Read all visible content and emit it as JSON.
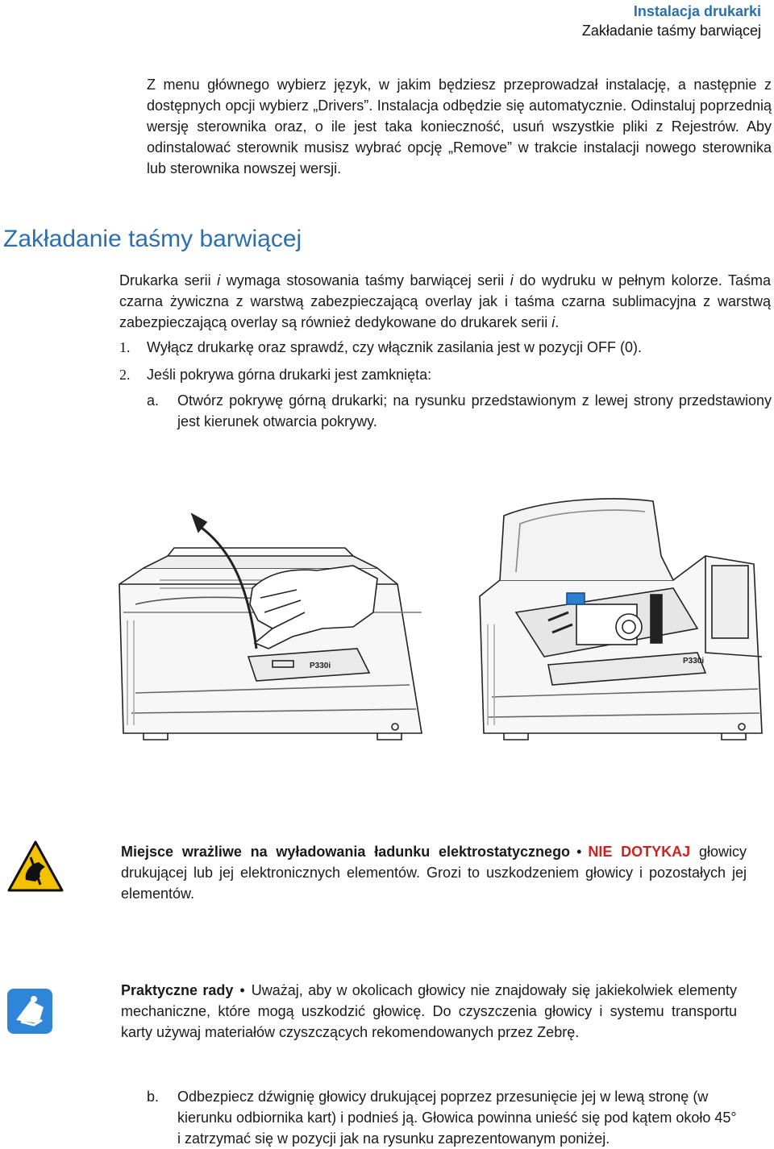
{
  "header": {
    "title": "Instalacja drukarki",
    "subtitle": "Zakładanie taśmy barwiącej"
  },
  "intro_paragraph": "Z menu głównego wybierz język, w jakim będziesz przeprowadzał instalację, a następnie z dostępnych opcji wybierz „Drivers”. Instalacja odbędzie się automatycznie. Odinstaluj poprzednią wersję sterownika oraz, o ile jest taka konieczność, usuń wszystkie pliki z Rejestrów. Aby odinstalować sterownik musisz wybrać opcję „Remove” w trakcie instalacji nowego sterownika lub sterownika nowszej wersji.",
  "section": {
    "title": "Zakładanie taśmy barwiącej",
    "intro_line1_a": "Drukarka serii ",
    "intro_line1_i": "i",
    "intro_line1_b": " wymaga stosowania taśmy barwiącej serii ",
    "intro_line1_c": " do wydruku w pełnym kolorze.",
    "intro_rest": "Taśma czarna żywiczna z warstwą zabezpieczającą overlay jak i taśma czarna sublimacyjna z warstwą zabezpieczającą overlay są również dedykowane do drukarek serii ",
    "intro_rest_end": "."
  },
  "steps": [
    {
      "num": "1.",
      "text": "Wyłącz drukarkę oraz sprawdź, czy włącznik zasilania jest w pozycji OFF (0)."
    },
    {
      "num": "2.",
      "text": "Jeśli pokrywa górna drukarki jest zamknięta:"
    }
  ],
  "substeps": [
    {
      "letter": "a.",
      "text": "Otwórz pokrywę górną drukarki; na rysunku przedstawionym z lewej strony przedstawiony jest kierunek otwarcia pokrywy."
    },
    {
      "letter": "b.",
      "text": "Odbezpiecz dźwignię głowicy drukującej poprzez przesunięcie jej w lewą stronę (w kierunku odbiornika kart) i podnieś ją. Głowica powinna unieść się pod kątem około 45° i zatrzymać się w pozycji jak na rysunku zaprezentowanym poniżej."
    }
  ],
  "figures": {
    "left_label": "P330i",
    "right_label": "P330i"
  },
  "esd_notice": {
    "icon": "esd-warning-icon",
    "strong": "Miejsce wrażliwe na wyładowania ładunku elektrostatycznego",
    "red": "NIE DOTYKAJ",
    "rest": "głowicy drukującej lub jej elektronicznych elementów. Grozi to uszkodzeniem głowicy i pozostałych jej elementów."
  },
  "tip_notice": {
    "icon": "practical-tip-icon",
    "strong": "Praktyczne rady",
    "rest": "Uważaj, aby w okolicach głowicy nie znajdowały się jakiekolwiek elementy mechaniczne, które mogą uszkodzić głowicę. Do czyszczenia głowicy i systemu transportu karty używaj materiałów czyszczących rekomendowanych przez Zebrę."
  },
  "colors": {
    "heading_blue": "#2a6fb0",
    "warning_red": "#d0211c",
    "esd_yellow": "#f2c200",
    "tip_blue": "#2f86d8"
  }
}
